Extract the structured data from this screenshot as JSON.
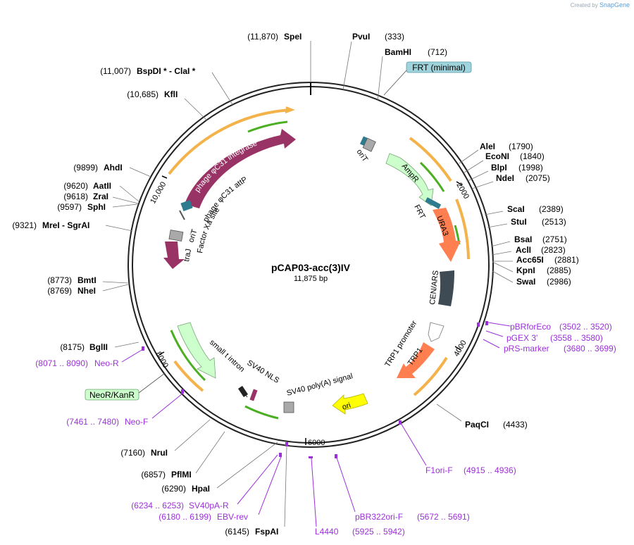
{
  "credit": {
    "prefix": "Created by",
    "brand": "SnapGene"
  },
  "plasmid": {
    "name": "pCAP03-acc(3)IV",
    "length": "11,875 bp"
  },
  "ticks": [
    "2000",
    "4000",
    "6000",
    "8000",
    "10,000"
  ],
  "enzymes": [
    {
      "name": "SpeI",
      "pos": "(11,870)"
    },
    {
      "name": "PvuI",
      "pos": "(333)"
    },
    {
      "name": "BamHI",
      "pos": "(712)"
    },
    {
      "name": "BspDI *  -  ClaI *",
      "pos": "(11,007)"
    },
    {
      "name": "KflI",
      "pos": "(10,685)"
    },
    {
      "name": "AleI",
      "pos": "(1790)"
    },
    {
      "name": "EcoNI",
      "pos": "(1840)"
    },
    {
      "name": "BlpI",
      "pos": "(1998)"
    },
    {
      "name": "NdeI",
      "pos": "(2075)"
    },
    {
      "name": "ScaI",
      "pos": "(2389)"
    },
    {
      "name": "StuI",
      "pos": "(2513)"
    },
    {
      "name": "BsaI",
      "pos": "(2751)"
    },
    {
      "name": "AclI",
      "pos": "(2823)"
    },
    {
      "name": "Acc65I",
      "pos": "(2881)"
    },
    {
      "name": "KpnI",
      "pos": "(2885)"
    },
    {
      "name": "SwaI",
      "pos": "(2986)"
    },
    {
      "name": "AhdI",
      "pos": "(9899)"
    },
    {
      "name": "AatII",
      "pos": "(9620)"
    },
    {
      "name": "ZraI",
      "pos": "(9618)"
    },
    {
      "name": "SphI",
      "pos": "(9597)"
    },
    {
      "name": "MreI  -  SgrAI",
      "pos": "(9321)"
    },
    {
      "name": "BmtI",
      "pos": "(8773)"
    },
    {
      "name": "NheI",
      "pos": "(8769)"
    },
    {
      "name": "BglII",
      "pos": "(8175)"
    },
    {
      "name": "PaqCI",
      "pos": "(4433)"
    },
    {
      "name": "NruI",
      "pos": "(7160)"
    },
    {
      "name": "PflMI",
      "pos": "(6857)"
    },
    {
      "name": "HpaI",
      "pos": "(6290)"
    },
    {
      "name": "FspAI",
      "pos": "(6145)"
    }
  ],
  "primers": [
    {
      "name": "pBRforEco",
      "range": "(3502 .. 3520)"
    },
    {
      "name": "pGEX 3'",
      "range": "(3558 .. 3580)"
    },
    {
      "name": "pRS-marker",
      "range": "(3680 .. 3699)"
    },
    {
      "name": "Neo-R",
      "range": "(8071 .. 8090)"
    },
    {
      "name": "Neo-F",
      "range": "(7461 .. 7480)"
    },
    {
      "name": "F1ori-F",
      "range": "(4915 .. 4936)"
    },
    {
      "name": "SV40pA-R",
      "range": "(6234 .. 6253)"
    },
    {
      "name": "EBV-rev",
      "range": "(6180 .. 6199)"
    },
    {
      "name": "L4440",
      "range": "(5925 .. 5942)"
    },
    {
      "name": "pBR322ori-F",
      "range": "(5672 .. 5691)"
    }
  ],
  "features": {
    "frt_minimal": "FRT (minimal)",
    "neo_kan": "NeoR/KanR",
    "integrase": "phage φC31 integrase",
    "attp": "phage φC31 attP",
    "orit_left": "oriT",
    "factor_xa": "Factor Xa site",
    "traj": "traJ",
    "orit_right": "oriT",
    "ampr": "AmpR",
    "frt": "FRT",
    "ura3": "URA3",
    "cen_ars": "CEN/ARS",
    "trp1_promoter": "TRP1 promoter",
    "trp1": "TRP1",
    "ori": "ori",
    "sv40_polya": "SV40 poly(A) signal",
    "sv40_nls": "SV40 NLS",
    "small_t": "small t intron"
  },
  "colors": {
    "integrase": "#993366",
    "traj": "#993366",
    "ampr": "#ccffcc",
    "ura3": "#ff7f50",
    "trp1": "#ff7f50",
    "cen_ars": "#3e4a54",
    "ori": "#ffff00",
    "frt_box": "#9fd4dc",
    "neo_box": "#ccffcc",
    "primer": "#9b30d9",
    "orange_orf": "#f4b24a",
    "green_orf": "#4caf23"
  }
}
